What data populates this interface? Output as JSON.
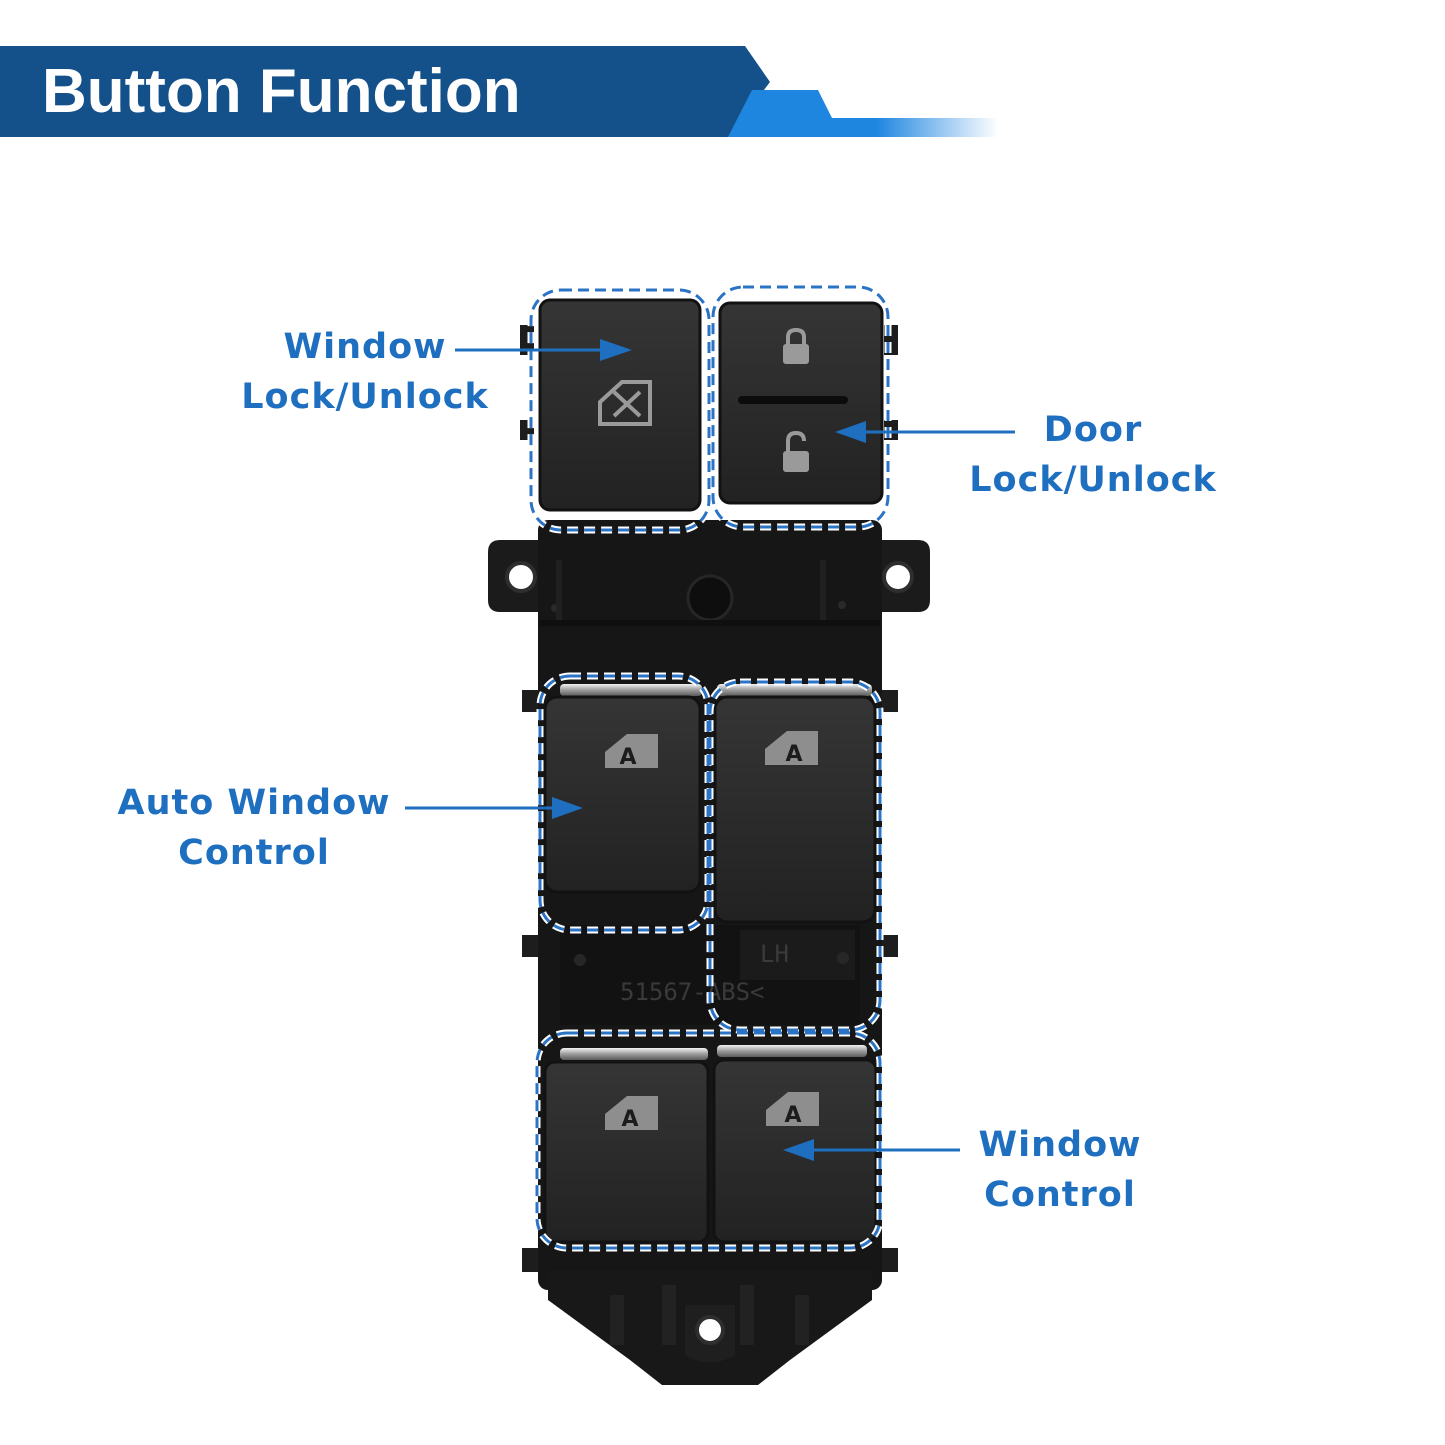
{
  "banner": {
    "title": "Button Function",
    "colors": {
      "dark": "#14508a",
      "accent": "#1f86e0"
    }
  },
  "callouts": {
    "window_lock": {
      "line1": "Window",
      "line2": "Lock/Unlock"
    },
    "door_lock": {
      "line1": "Door",
      "line2": "Lock/Unlock"
    },
    "auto_window": {
      "line1": "Auto Window",
      "line2": "Control"
    },
    "window_control": {
      "line1": "Window",
      "line2": "Control"
    }
  },
  "device": {
    "side_label": "LH",
    "part_code": "51567-ABS<",
    "colors": {
      "body": "#181818",
      "button": "#2a2a2a",
      "icon": "#9a9a9a",
      "outline": "#1f6fc0"
    }
  },
  "icons": {
    "window_lock": "window-lock-icon",
    "door_lock": "padlock-closed-icon",
    "door_unlock": "padlock-open-icon",
    "auto_window": "auto-window-icon"
  }
}
